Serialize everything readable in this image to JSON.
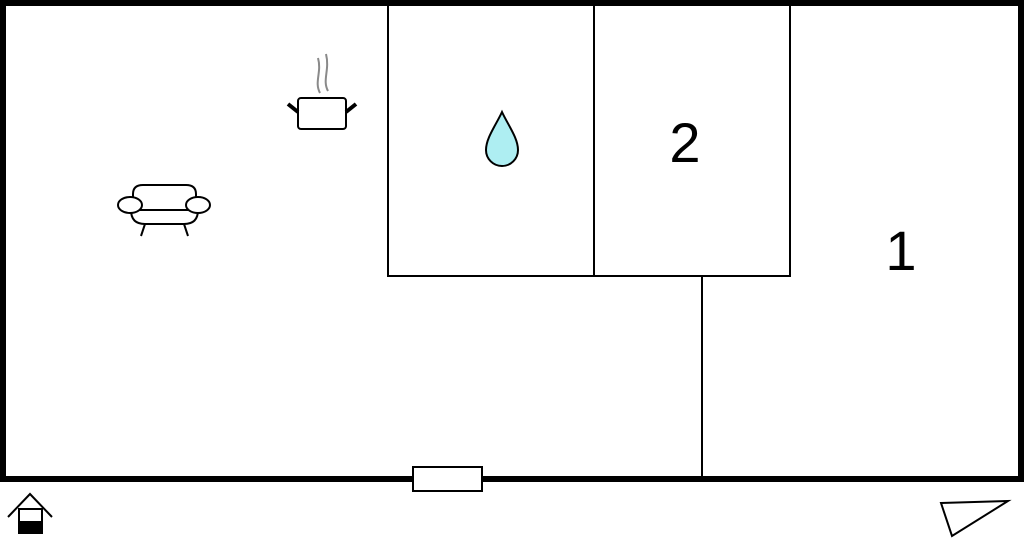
{
  "rooms": [
    {
      "id": "bathroom",
      "icon": "water-drop-icon"
    },
    {
      "id": "bedroom-2",
      "label": "2"
    },
    {
      "id": "bedroom-1",
      "label": "1"
    },
    {
      "id": "living",
      "icons": [
        "kitchen-pot-icon",
        "sofa-icon"
      ]
    }
  ],
  "colors": {
    "wall": "#000000",
    "water": "#aeeef2",
    "steam": "#8a8a8a"
  },
  "legend": {
    "entrance_icon": "entrance-house-icon",
    "compass_icon": "north-triangle-icon"
  }
}
